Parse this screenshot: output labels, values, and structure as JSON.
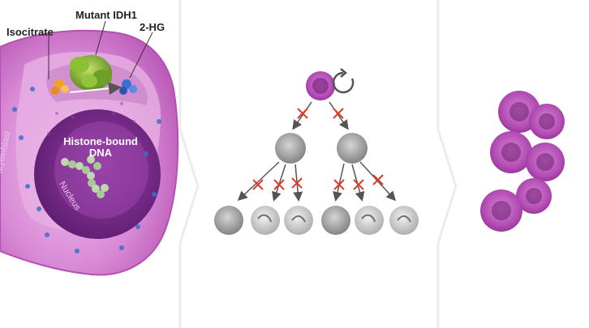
{
  "labels": {
    "mutant_idh1": "Mutant IDH1",
    "isocitrate": "Isocitrate",
    "two_hg": "2-HG",
    "histone_dna_line1": "Histone-bound",
    "histone_dna_line2": "DNA",
    "myeloblast": "Myeloblast",
    "nucleus": "Nucleus"
  },
  "colors": {
    "cell_purple": "#b03fb0",
    "cell_light": "#e2a2df",
    "nucleus_purple": "#7a2b8a",
    "enzyme_green": "#7cae2e",
    "isocitrate_orange": "#f2a12a",
    "two_hg_blue": "#3b6fd0",
    "block_red": "#e03a2a",
    "differentiated_grey": "#9a9a9a",
    "panel_divider": "#e6e6e6"
  },
  "icons": {
    "self_renewal": "circular-arrow-icon",
    "blocked_step": "red-x-icon"
  }
}
